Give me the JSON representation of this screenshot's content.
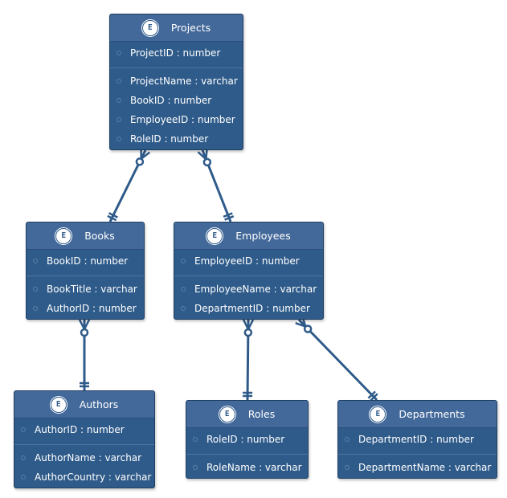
{
  "colors": {
    "link": "#2f5b8a",
    "entity_fill": "#2f5b8a",
    "header_fill": "#43699a"
  },
  "entities": [
    {
      "id": "projects",
      "badge": "E",
      "name": "Projects",
      "key_attrs": [
        "ProjectID : number"
      ],
      "attrs": [
        "ProjectName : varchar",
        "BookID : number",
        "EmployeeID : number",
        "RoleID : number"
      ]
    },
    {
      "id": "books",
      "badge": "E",
      "name": "Books",
      "key_attrs": [
        "BookID : number"
      ],
      "attrs": [
        "BookTitle : varchar",
        "AuthorID : number"
      ]
    },
    {
      "id": "employees",
      "badge": "E",
      "name": "Employees",
      "key_attrs": [
        "EmployeeID : number"
      ],
      "attrs": [
        "EmployeeName : varchar",
        "DepartmentID : number"
      ]
    },
    {
      "id": "authors",
      "badge": "E",
      "name": "Authors",
      "key_attrs": [
        "AuthorID : number"
      ],
      "attrs": [
        "AuthorName : varchar",
        "AuthorCountry : varchar"
      ]
    },
    {
      "id": "roles",
      "badge": "E",
      "name": "Roles",
      "key_attrs": [
        "RoleID : number"
      ],
      "attrs": [
        "RoleName : varchar"
      ]
    },
    {
      "id": "departments",
      "badge": "E",
      "name": "Departments",
      "key_attrs": [
        "DepartmentID : number"
      ],
      "attrs": [
        "DepartmentName : varchar"
      ]
    }
  ],
  "relationships": [
    {
      "from": "projects",
      "to": "books",
      "from_end": "zero-or-many",
      "to_end": "exactly-one"
    },
    {
      "from": "projects",
      "to": "employees",
      "from_end": "zero-or-many",
      "to_end": "exactly-one"
    },
    {
      "from": "books",
      "to": "authors",
      "from_end": "zero-or-many",
      "to_end": "exactly-one"
    },
    {
      "from": "employees",
      "to": "roles",
      "from_end": "zero-or-many",
      "to_end": "exactly-one"
    },
    {
      "from": "employees",
      "to": "departments",
      "from_end": "zero-or-many",
      "to_end": "exactly-one"
    }
  ]
}
